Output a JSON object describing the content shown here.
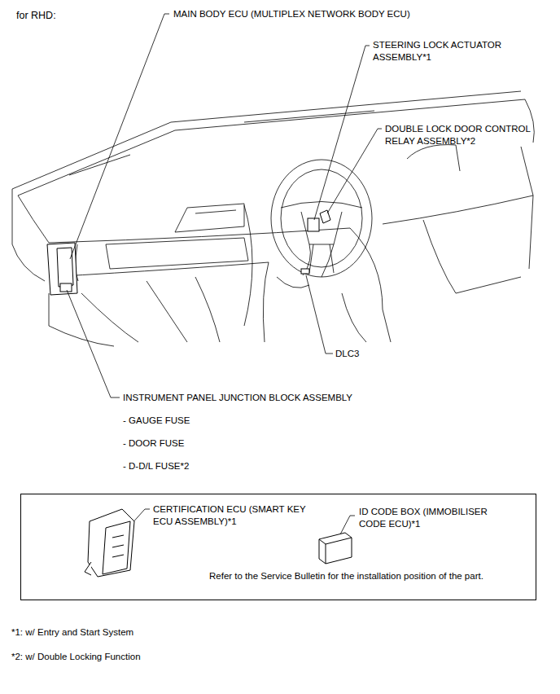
{
  "diagram": {
    "nodes": [
      {
        "text": [
          "CERTIFICATION ECU (SMART KEY ECU ASSEMBLY)*1",
          "ID CODE BOX (IMMOBILISER CODE ECU)*1",
          "Refer to the Service Bulletin for the installation position of the part."
        ]
      }
    ],
    "labels": [
      "for RHD:",
      "MAIN BODY ECU (MULTIPLEX NETWORK BODY ECU)",
      "STEERING LOCK ACTUATOR ASSEMBLY*1",
      "DOUBLE LOCK DOOR CONTROL RELAY ASSEMBLY*2",
      "DLC3",
      "INSTRUMENT PANEL JUNCTION BLOCK ASSEMBLY",
      "- GAUGE FUSE",
      "- DOOR FUSE",
      "- D-D/L FUSE*2",
      "*1: w/ Entry and Start System",
      "*2: w/ Double Locking Function"
    ]
  }
}
